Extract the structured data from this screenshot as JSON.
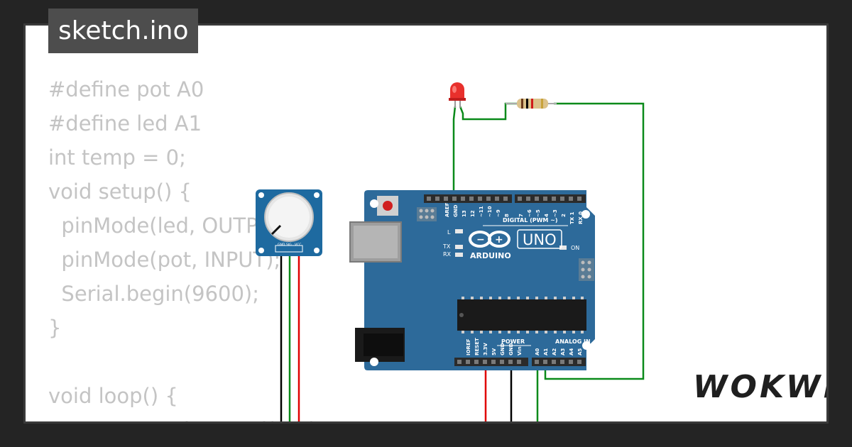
{
  "file_tab": {
    "label": "sketch.ino"
  },
  "code": {
    "lines": [
      "#define pot A0",
      "#define led A1",
      "int temp = 0;",
      "void setup() {",
      "  pinMode(led, OUTPUT);",
      "  pinMode(pot, INPUT);",
      "  Serial.begin(9600);",
      "}",
      "",
      "void loop() {",
      "  temp = analogRead(pot);"
    ]
  },
  "arduino": {
    "brand": "ARDUINO",
    "model": "UNO",
    "on_label": "ON",
    "digital_header": "DIGITAL (PWM ~)",
    "power_header": "POWER",
    "analog_header": "ANALOG IN",
    "led_labels": [
      "L",
      "TX",
      "RX"
    ],
    "digital_pins": [
      "AREF",
      "GND",
      "13",
      "12",
      "~11",
      "~10",
      "~9",
      "8",
      "7",
      "~6",
      "~5",
      "4",
      "~3",
      "2",
      "TX 1",
      "RX 0"
    ],
    "power_pins": [
      "IOREF",
      "RESET",
      "3.3V",
      "5V",
      "GND",
      "GND",
      "Vin"
    ],
    "analog_pins": [
      "A0",
      "A1",
      "A2",
      "A3",
      "A4",
      "A5"
    ],
    "board_color": "#2d6a9a"
  },
  "potentiometer": {
    "pin_labels": [
      "GND",
      "SIG",
      "VCC"
    ]
  },
  "wires": {
    "green": "#0a8a1a",
    "red": "#e00000",
    "black": "#000000"
  },
  "logo": {
    "text": "WOKWi"
  }
}
